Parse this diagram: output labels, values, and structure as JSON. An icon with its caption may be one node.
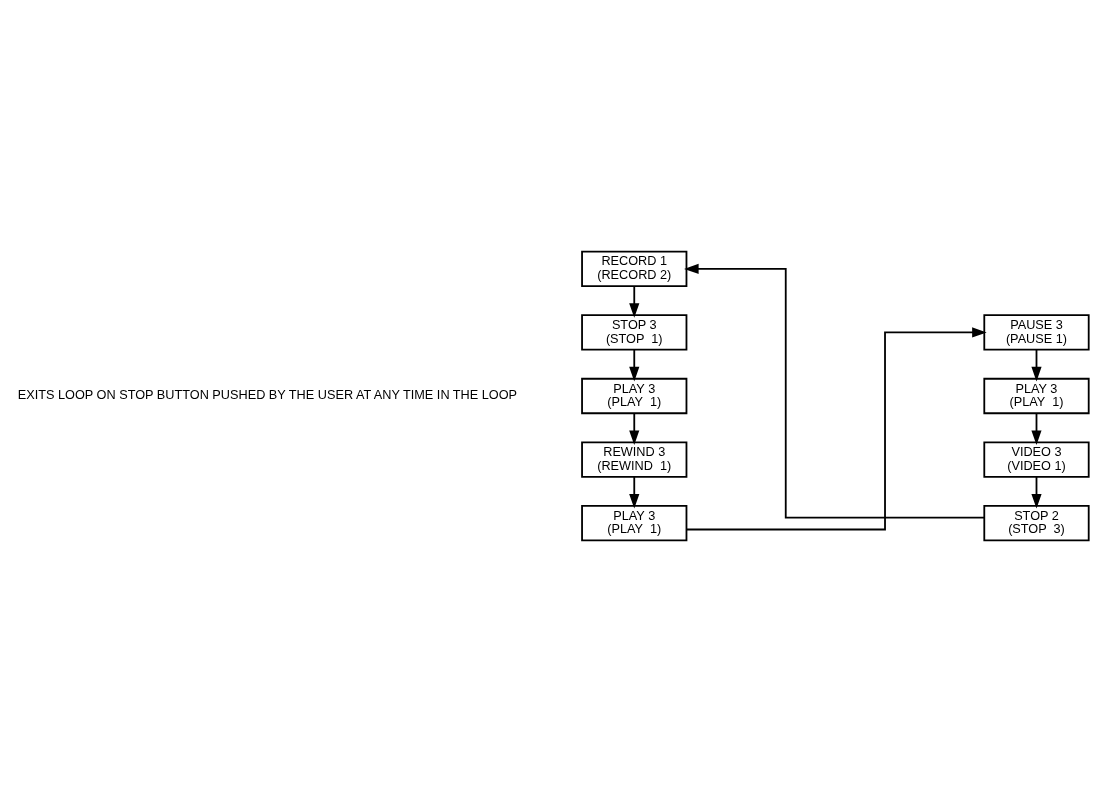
{
  "diagram": {
    "nodes": [
      {
        "text": [
          "RECORD 1",
          "(RECORD 2)"
        ]
      },
      {
        "text": [
          "STOP 3",
          "(STOP  1)"
        ]
      },
      {
        "text": [
          "PLAY 3",
          "(PLAY  1)"
        ]
      },
      {
        "text": [
          "REWIND 3",
          "(REWIND  1)"
        ]
      },
      {
        "text": [
          "PLAY 3",
          "(PLAY  1)"
        ]
      },
      {
        "text": [
          "PAUSE 3",
          "(PAUSE 1)"
        ]
      },
      {
        "text": [
          "PLAY 3",
          "(PLAY  1)"
        ]
      },
      {
        "text": [
          "VIDEO 3",
          "(VIDEO 1)"
        ]
      },
      {
        "text": [
          "STOP 2",
          "(STOP  3)"
        ]
      }
    ],
    "edges": [
      {
        "from": 0,
        "to": 1,
        "arrow": "to"
      },
      {
        "from": 1,
        "to": 2,
        "arrow": "to"
      },
      {
        "from": 2,
        "to": 3,
        "arrow": "to"
      },
      {
        "from": 3,
        "to": 4,
        "arrow": "to"
      },
      {
        "from": 4,
        "to": 5,
        "arrow": "to"
      },
      {
        "from": 5,
        "to": 6,
        "arrow": "to"
      },
      {
        "from": 6,
        "to": 7,
        "arrow": "to"
      },
      {
        "from": 7,
        "to": 8,
        "arrow": "to"
      },
      {
        "from": 8,
        "to": 0,
        "arrow": "to"
      }
    ],
    "labels": [
      "EXITS LOOP ON STOP BUTTON PUSHED BY THE USER AT ANY TIME IN THE LOOP"
    ]
  }
}
